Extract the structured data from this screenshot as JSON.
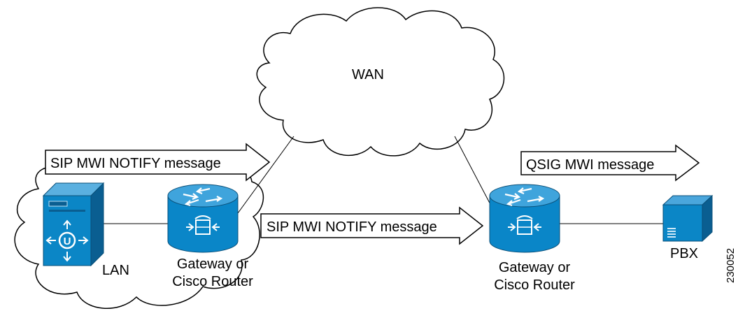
{
  "clouds": {
    "wan": "WAN",
    "lan": "LAN"
  },
  "arrows": {
    "sip_top": "SIP MWI NOTIFY message",
    "sip_mid": "SIP MWI NOTIFY message",
    "qsig": "QSIG MWI message"
  },
  "devices": {
    "gateway_left": {
      "line1": "Gateway or",
      "line2": "Cisco Router"
    },
    "gateway_right": {
      "line1": "Gateway or",
      "line2": "Cisco Router"
    },
    "pbx": "PBX"
  },
  "figure_id": "230052",
  "colors": {
    "router_blue": "#0a86c8",
    "router_top": "#3fa4dc",
    "server_blue": "#0b86c6",
    "line": "#000000"
  },
  "icons": [
    "cloud-icon",
    "router-icon",
    "server-icon",
    "pbx-icon",
    "arrow-icon"
  ]
}
